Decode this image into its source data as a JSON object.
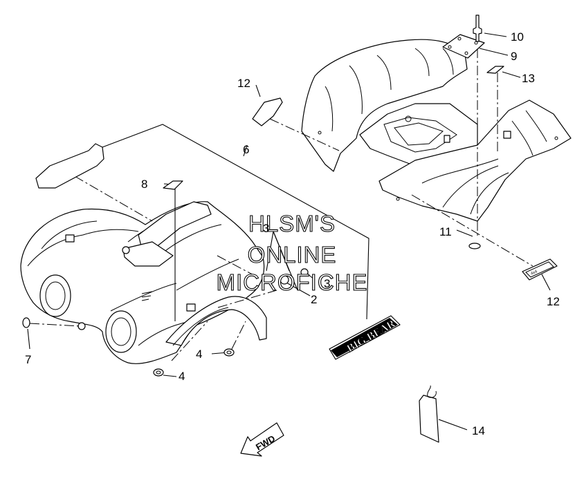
{
  "callouts": {
    "c2": "2",
    "c3a": "3",
    "c3b": "3",
    "c4a": "4",
    "c4b": "4",
    "c6": "6",
    "c7": "7",
    "c8": "8",
    "c9": "9",
    "c10": "10",
    "c11": "11",
    "c12a": "12",
    "c12b": "12",
    "c13": "13",
    "c14": "14"
  },
  "watermark": {
    "line1": "HLSM'S",
    "line2": "ONLINE",
    "line3": "MICROFICHE"
  },
  "fwd_label": "FWD",
  "decals": {
    "big_bear": "BIG BEAR",
    "four_by_four": "4x4"
  }
}
